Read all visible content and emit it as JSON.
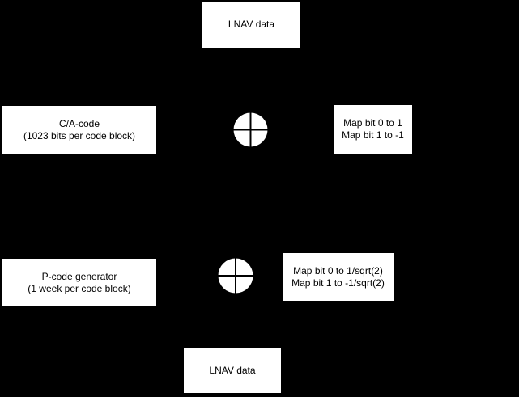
{
  "diagram": {
    "colors": {
      "background": "#000000",
      "node_fill": "#ffffff",
      "text_color": "#000000"
    },
    "nodes": {
      "lnav_top": {
        "line1": "LNAV data"
      },
      "ca_code": {
        "line1": "C/A-code",
        "line2": "(1023 bits per code block)"
      },
      "map_bpsk": {
        "line1": "Map bit 0 to 1",
        "line2": "Map bit 1 to -1"
      },
      "p_code": {
        "line1": "P-code generator",
        "line2": "(1 week per code block)"
      },
      "map_sqrt": {
        "line1": "Map bit 0 to 1/sqrt(2)",
        "line2": "Map bit 1 to -1/sqrt(2)"
      },
      "lnav_bottom": {
        "line1": "LNAV data"
      },
      "multiplier_top": {
        "symbol": "circled-plus"
      },
      "multiplier_bottom": {
        "symbol": "circled-plus"
      }
    }
  }
}
